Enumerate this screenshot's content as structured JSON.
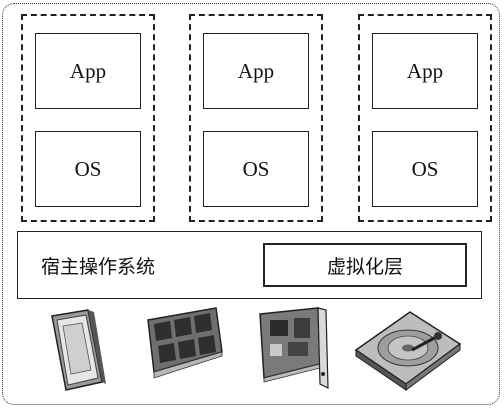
{
  "vms": [
    {
      "app_label": "App",
      "os_label": "OS"
    },
    {
      "app_label": "App",
      "os_label": "OS"
    },
    {
      "app_label": "App",
      "os_label": "OS"
    }
  ],
  "host": {
    "label": "宿主操作系统",
    "virtualization_label": "虚拟化层"
  },
  "hardware": [
    {
      "icon": "cpu-icon"
    },
    {
      "icon": "memory-module-icon"
    },
    {
      "icon": "expansion-card-icon"
    },
    {
      "icon": "hard-disk-icon"
    }
  ]
}
